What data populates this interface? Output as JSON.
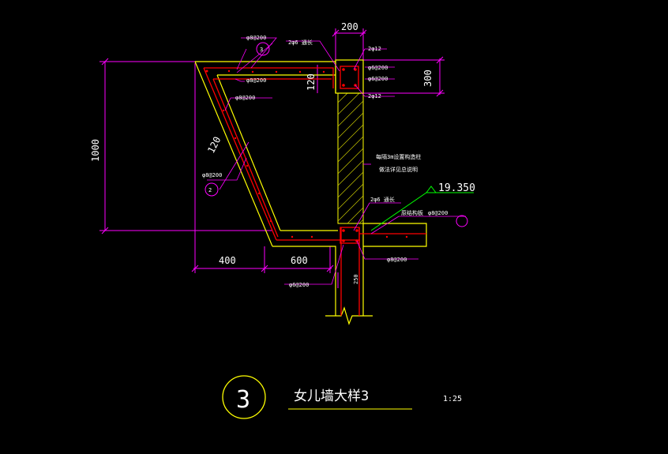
{
  "colors": {
    "background": "#000000",
    "outline": "#ffff00",
    "rebar": "#ff0000",
    "dimension": "#ff00ff",
    "text": "#ffffff",
    "elevation": "#00ff00",
    "hatch": "#c8c800",
    "detail_circle": "#ffff00"
  },
  "dimensions": {
    "top_width": "200",
    "right_height": "300",
    "inner_thickness": "120",
    "slope_thickness": "120",
    "total_height": "1000",
    "bottom_left": "400",
    "bottom_right": "600",
    "wall_thickness": "250"
  },
  "annotations": {
    "top_bar_label": "φ8@200",
    "top_circle_num": "3",
    "top_bar_label_2": "φ8@200",
    "longitudinal": "2φ6 通长",
    "stirrup_top": "2φ12",
    "stirrup_a": "φ6@200",
    "stirrup_b": "φ6@200",
    "stirrup_bottom": "2φ12",
    "slope_bar_a": "φ8@200",
    "slope_bar_b": "φ8@200",
    "slope_circle_num": "2",
    "note_line1": "每隔3m设置构造柱",
    "note_line2": "做法详见总说明",
    "base_longitudinal": "2φ6 通长",
    "existing_slab": "原结构板",
    "slab_bar": "φ8@200",
    "base_bar": "φ8@200",
    "wall_bar": "φ6@200"
  },
  "elevation": "19.350",
  "title": {
    "number": "3",
    "text": "女儿墙大样3",
    "scale": "1:25"
  }
}
